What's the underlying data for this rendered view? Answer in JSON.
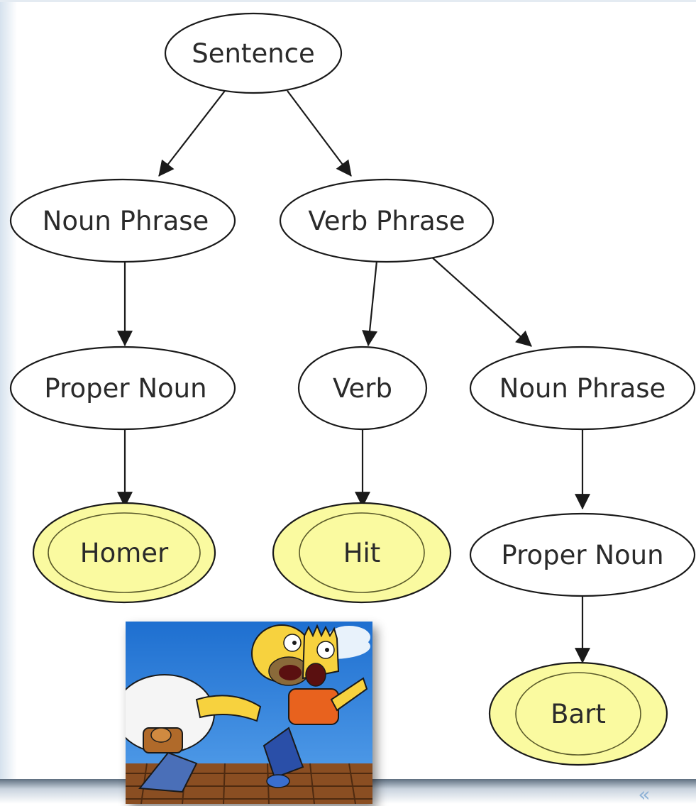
{
  "nodes": {
    "sentence": "Sentence",
    "np_left": "Noun Phrase",
    "vp": "Verb Phrase",
    "pn_left": "Proper Noun",
    "verb": "Verb",
    "np_right": "Noun Phrase",
    "homer": "Homer",
    "hit": "Hit",
    "pn_right": "Proper Noun",
    "bart": "Bart"
  },
  "colors": {
    "terminal_fill": "#fafaa0",
    "node_stroke": "#1a1a1a",
    "edge": "#1a1a1a",
    "nav_accent": "#8fb2d6"
  },
  "nav": {
    "back_icon": "«"
  }
}
